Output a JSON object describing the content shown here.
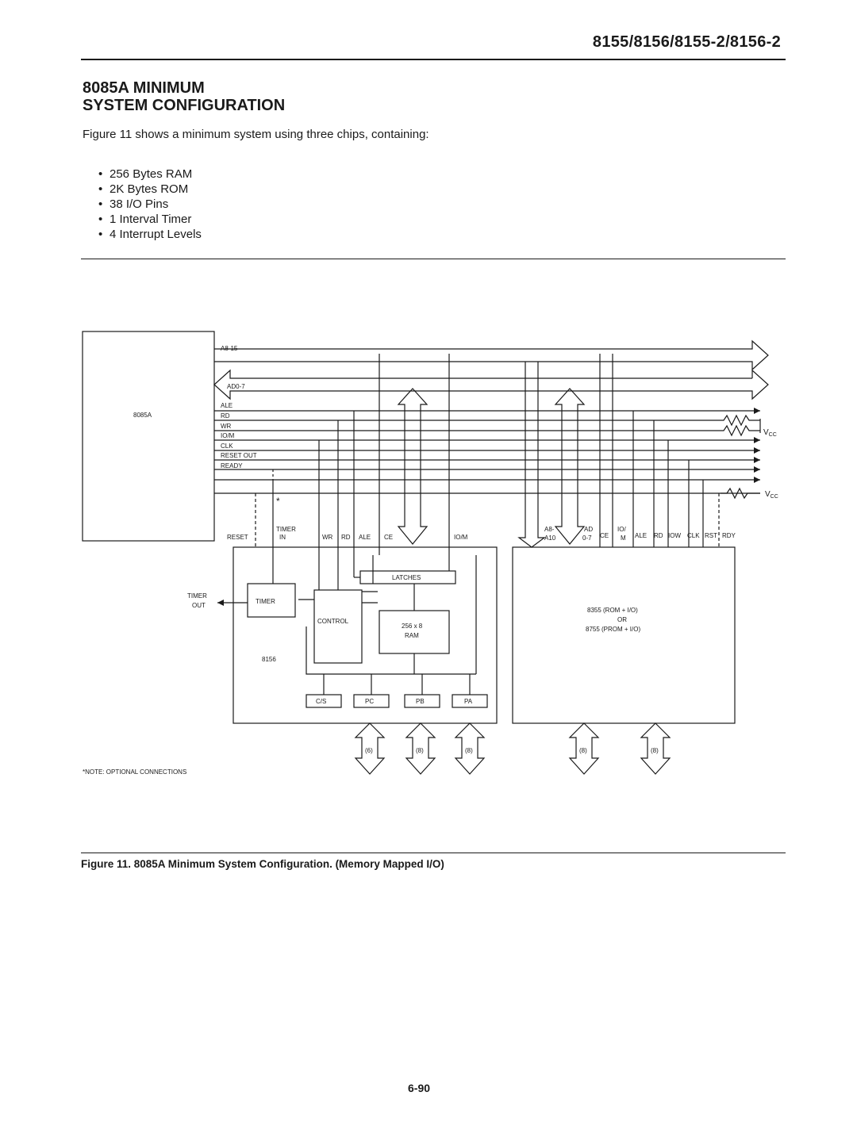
{
  "header": {
    "part_numbers": "8155/8156/8155-2/8156-2"
  },
  "section": {
    "title_line1": "8085A MINIMUM",
    "title_line2": "SYSTEM CONFIGURATION",
    "intro": "Figure 11 shows a minimum system using three chips, containing:",
    "bullets": [
      "256 Bytes RAM",
      "2K Bytes ROM",
      "38 I/O Pins",
      "1 Interval Timer",
      "4 Interrupt Levels"
    ]
  },
  "figure": {
    "cpu": "8085A",
    "bus": {
      "a8_15": "A8-15",
      "ad0_7": "AD0-7"
    },
    "cpu_signals": [
      "ALE",
      "RD",
      "WR",
      "IO/M",
      "CLK",
      "RESET OUT",
      "READY"
    ],
    "chip_8156": {
      "name": "8156",
      "reset": "RESET",
      "timer_in_1": "TIMER",
      "timer_in_2": "IN",
      "wr": "WR",
      "rd": "RD",
      "ale": "ALE",
      "ce": "CE",
      "io_m": "IO/M",
      "latches": "LATCHES",
      "timer": "TIMER",
      "control": "CONTROL",
      "ram_1": "256 x 8",
      "ram_2": "RAM",
      "timer_out_1": "TIMER",
      "timer_out_2": "OUT",
      "ports": [
        "C/S",
        "PC",
        "PB",
        "PA"
      ],
      "port_widths": [
        "(6)",
        "(8)",
        "(8)"
      ]
    },
    "chip_8355": {
      "line1": "8355 (ROM + I/O)",
      "line2": "OR",
      "line3": "8755 (PROM + I/O)",
      "a8": "A8-",
      "a10": "A10",
      "ad": "AD",
      "ad07": "0-7",
      "ce": "CE",
      "io_1": "IO/",
      "io_2": "M",
      "ale": "ALE",
      "rd": "RD",
      "iow": "IOW",
      "clk": "CLK",
      "rst": "RST",
      "rdy": "RDY",
      "port_widths": [
        "(8)",
        "(8)"
      ]
    },
    "vcc": "V",
    "vcc_sub": "CC",
    "note_star": "*",
    "note": "*NOTE: OPTIONAL CONNECTIONS"
  },
  "caption": "Figure 11. 8085A Minimum System Configuration. (Memory Mapped I/O)",
  "page_number": "6-90"
}
